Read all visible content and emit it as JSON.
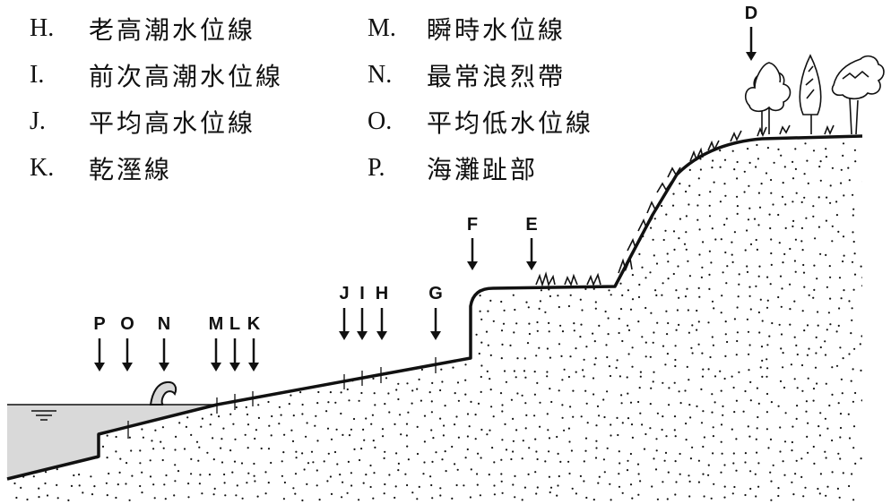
{
  "legend": [
    {
      "code": "H.",
      "text": "老高潮水位線"
    },
    {
      "code": "I.",
      "text": "前次高潮水位線"
    },
    {
      "code": "J.",
      "text": "平均高水位線"
    },
    {
      "code": "K.",
      "text": "乾溼線"
    },
    {
      "code": "M.",
      "text": "瞬時水位線"
    },
    {
      "code": "N.",
      "text": "最常浪烈帶"
    },
    {
      "code": "O.",
      "text": "平均低水位線"
    },
    {
      "code": "P.",
      "text": "海灘趾部"
    }
  ],
  "markers": {
    "P": "P",
    "O": "O",
    "N": "N",
    "M": "M",
    "L": "L",
    "K": "K",
    "J": "J",
    "I": "I",
    "H": "H",
    "G": "G",
    "F": "F",
    "E": "E",
    "D": "D"
  },
  "colors": {
    "ink": "#111111",
    "water": "#d9d9d9",
    "ground": "#ffffff"
  },
  "icons": {
    "water": "water-level-icon",
    "wave": "wave-icon",
    "vegetation": "vegetation-icon"
  }
}
